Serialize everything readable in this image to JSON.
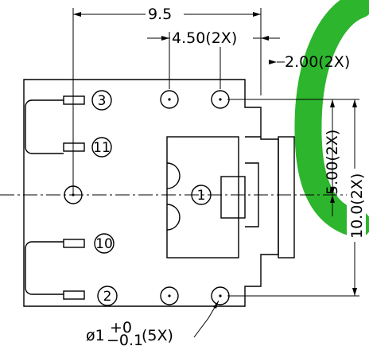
{
  "dimensions": {
    "overall_width": "9.5",
    "hole_pitch_horizontal": "4.50(2X)",
    "edge_offset": "2.00(2X)",
    "hole_pitch_vertical": "5.00(2X)",
    "overall_height": "10.0(2X)",
    "hole_diameter_main": "ø1",
    "hole_tol_upper": "+0",
    "hole_tol_lower": "−0.1",
    "hole_count": "(5X)"
  },
  "pins": [
    "3",
    "11",
    "1",
    "10",
    "2"
  ],
  "colors": {
    "line": "#000000",
    "marker": "#2db52d",
    "background": "#ffffff"
  }
}
